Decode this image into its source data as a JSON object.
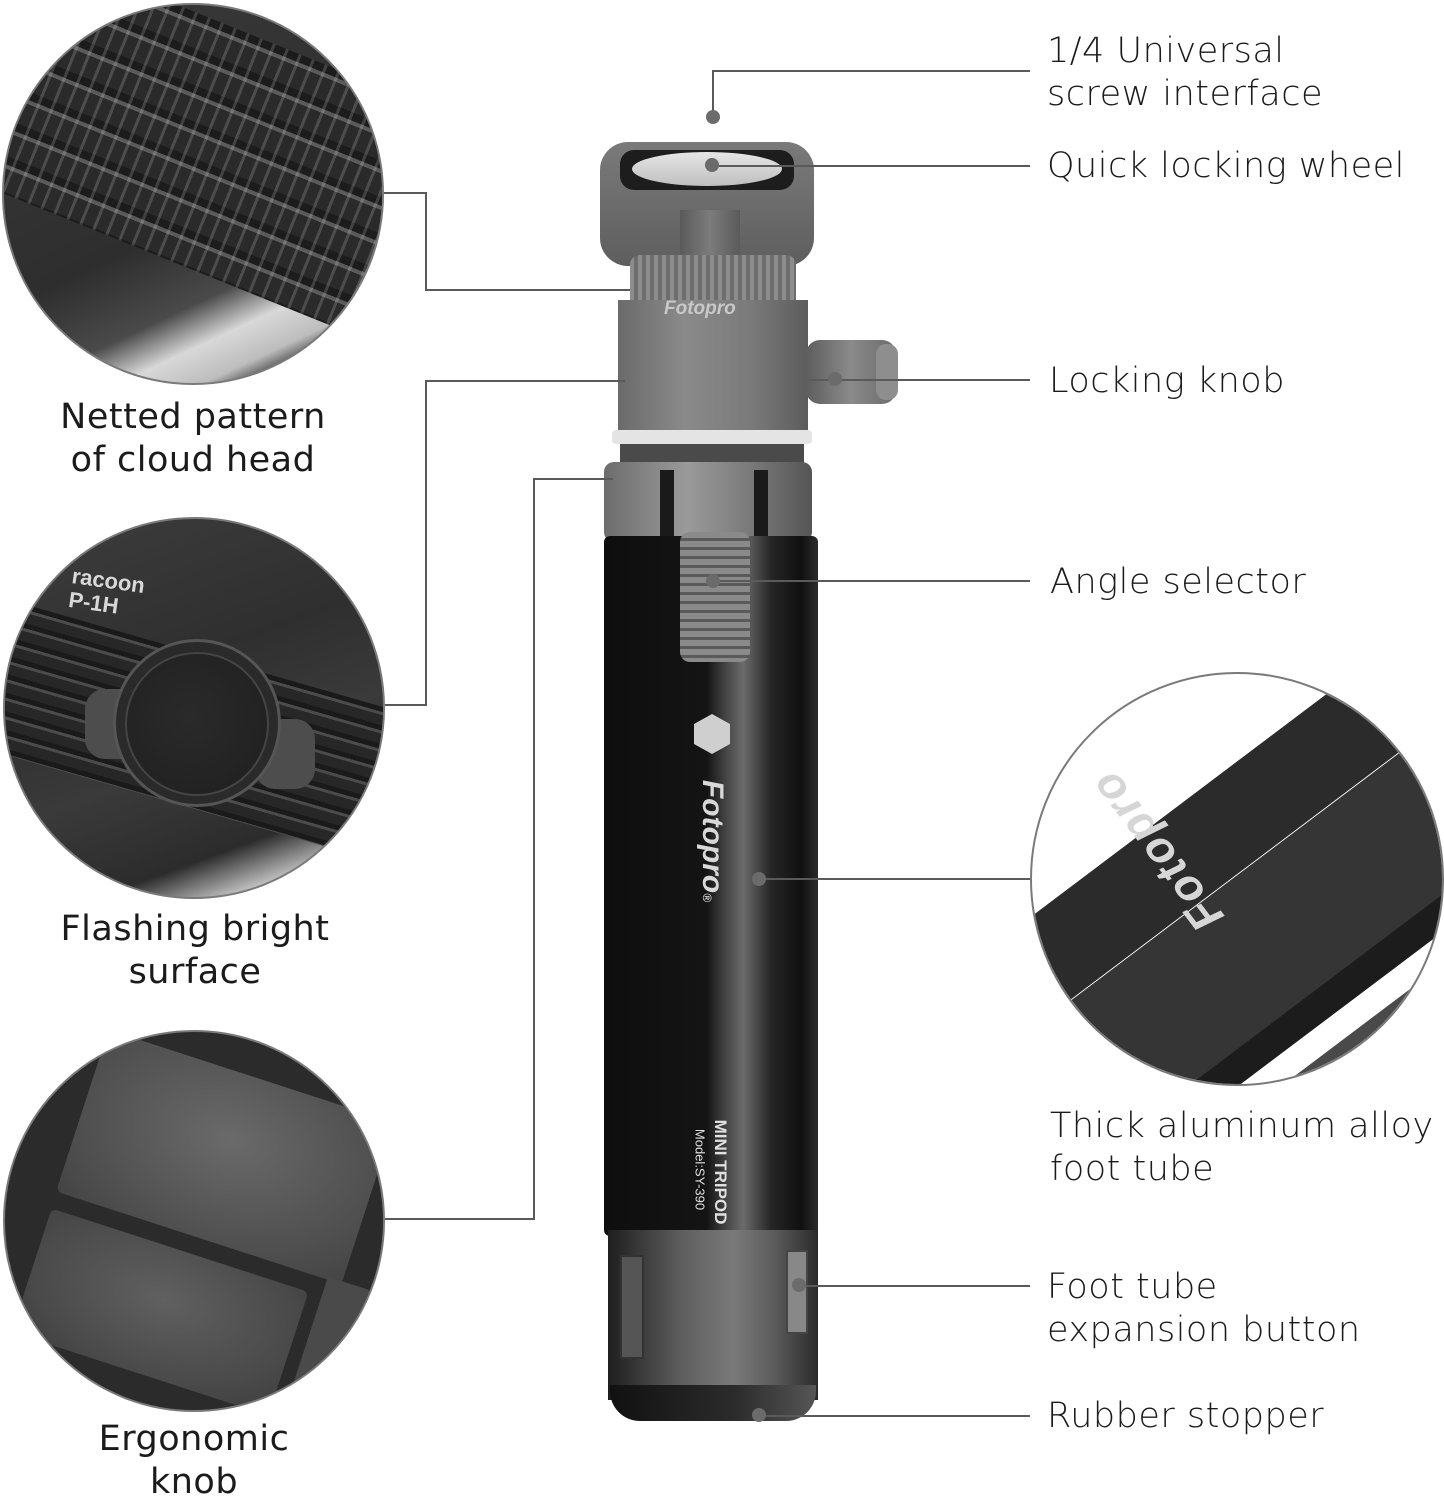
{
  "product": {
    "brand": "Fotopro",
    "brand_mark": "®",
    "head_engraving": "Fotopro",
    "tube_label_line1": "MINI TRIPOD",
    "tube_label_line2": "Model:SY-390",
    "circle_engraving_line1": "racoon",
    "circle_engraving_line2": "P-1H"
  },
  "callouts_right": [
    {
      "id": "screw",
      "label_line1": "1/4 Universal",
      "label_line2": "screw interface"
    },
    {
      "id": "wheel",
      "label_line1": "Quick locking wheel"
    },
    {
      "id": "locking-knob",
      "label_line1": "Locking knob"
    },
    {
      "id": "angle-selector",
      "label_line1": "Angle selector"
    },
    {
      "id": "aluminum-tube",
      "label_line1": "Thick aluminum alloy",
      "label_line2": "foot tube"
    },
    {
      "id": "expansion-button",
      "label_line1": "Foot tube",
      "label_line2": "expansion button"
    },
    {
      "id": "rubber-stopper",
      "label_line1": "Rubber stopper"
    }
  ],
  "callouts_left": [
    {
      "id": "netted",
      "label_line1": "Netted pattern",
      "label_line2": "of cloud head"
    },
    {
      "id": "bright",
      "label_line1": "Flashing bright",
      "label_line2": "surface"
    },
    {
      "id": "ergonomic",
      "label_line1": "Ergonomic",
      "label_line2": "knob"
    }
  ],
  "colors": {
    "line": "#5a5a5a",
    "text": "#1b1b1b",
    "background": "#ffffff"
  }
}
